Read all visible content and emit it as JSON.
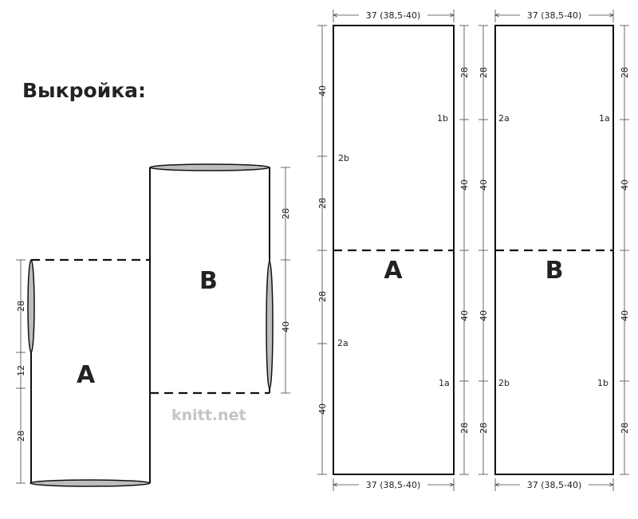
{
  "title": "Выкройка:",
  "watermark": "knitt.net",
  "overview": {
    "label_a": "A",
    "label_b": "B",
    "left_dims": [
      "28",
      "12",
      "28"
    ],
    "right_dims": [
      "28",
      "40"
    ]
  },
  "panel_a": {
    "label": "A",
    "width_top": "37 (38,5-40)",
    "width_bottom": "37 (38,5-40)",
    "left_dims": [
      "40",
      "28",
      "28",
      "40"
    ],
    "right_dims": [
      "28",
      "40",
      "40",
      "28"
    ],
    "marks": [
      "1b",
      "2b",
      "2a",
      "1a"
    ]
  },
  "panel_b": {
    "label": "B",
    "width_top": "37 (38,5-40)",
    "width_bottom": "37 (38,5-40)",
    "left_dims": [
      "28",
      "40",
      "40",
      "28"
    ],
    "right_dims": [
      "28",
      "40",
      "40",
      "28"
    ],
    "marks": [
      "2a",
      "1a",
      "2b",
      "1b"
    ]
  }
}
